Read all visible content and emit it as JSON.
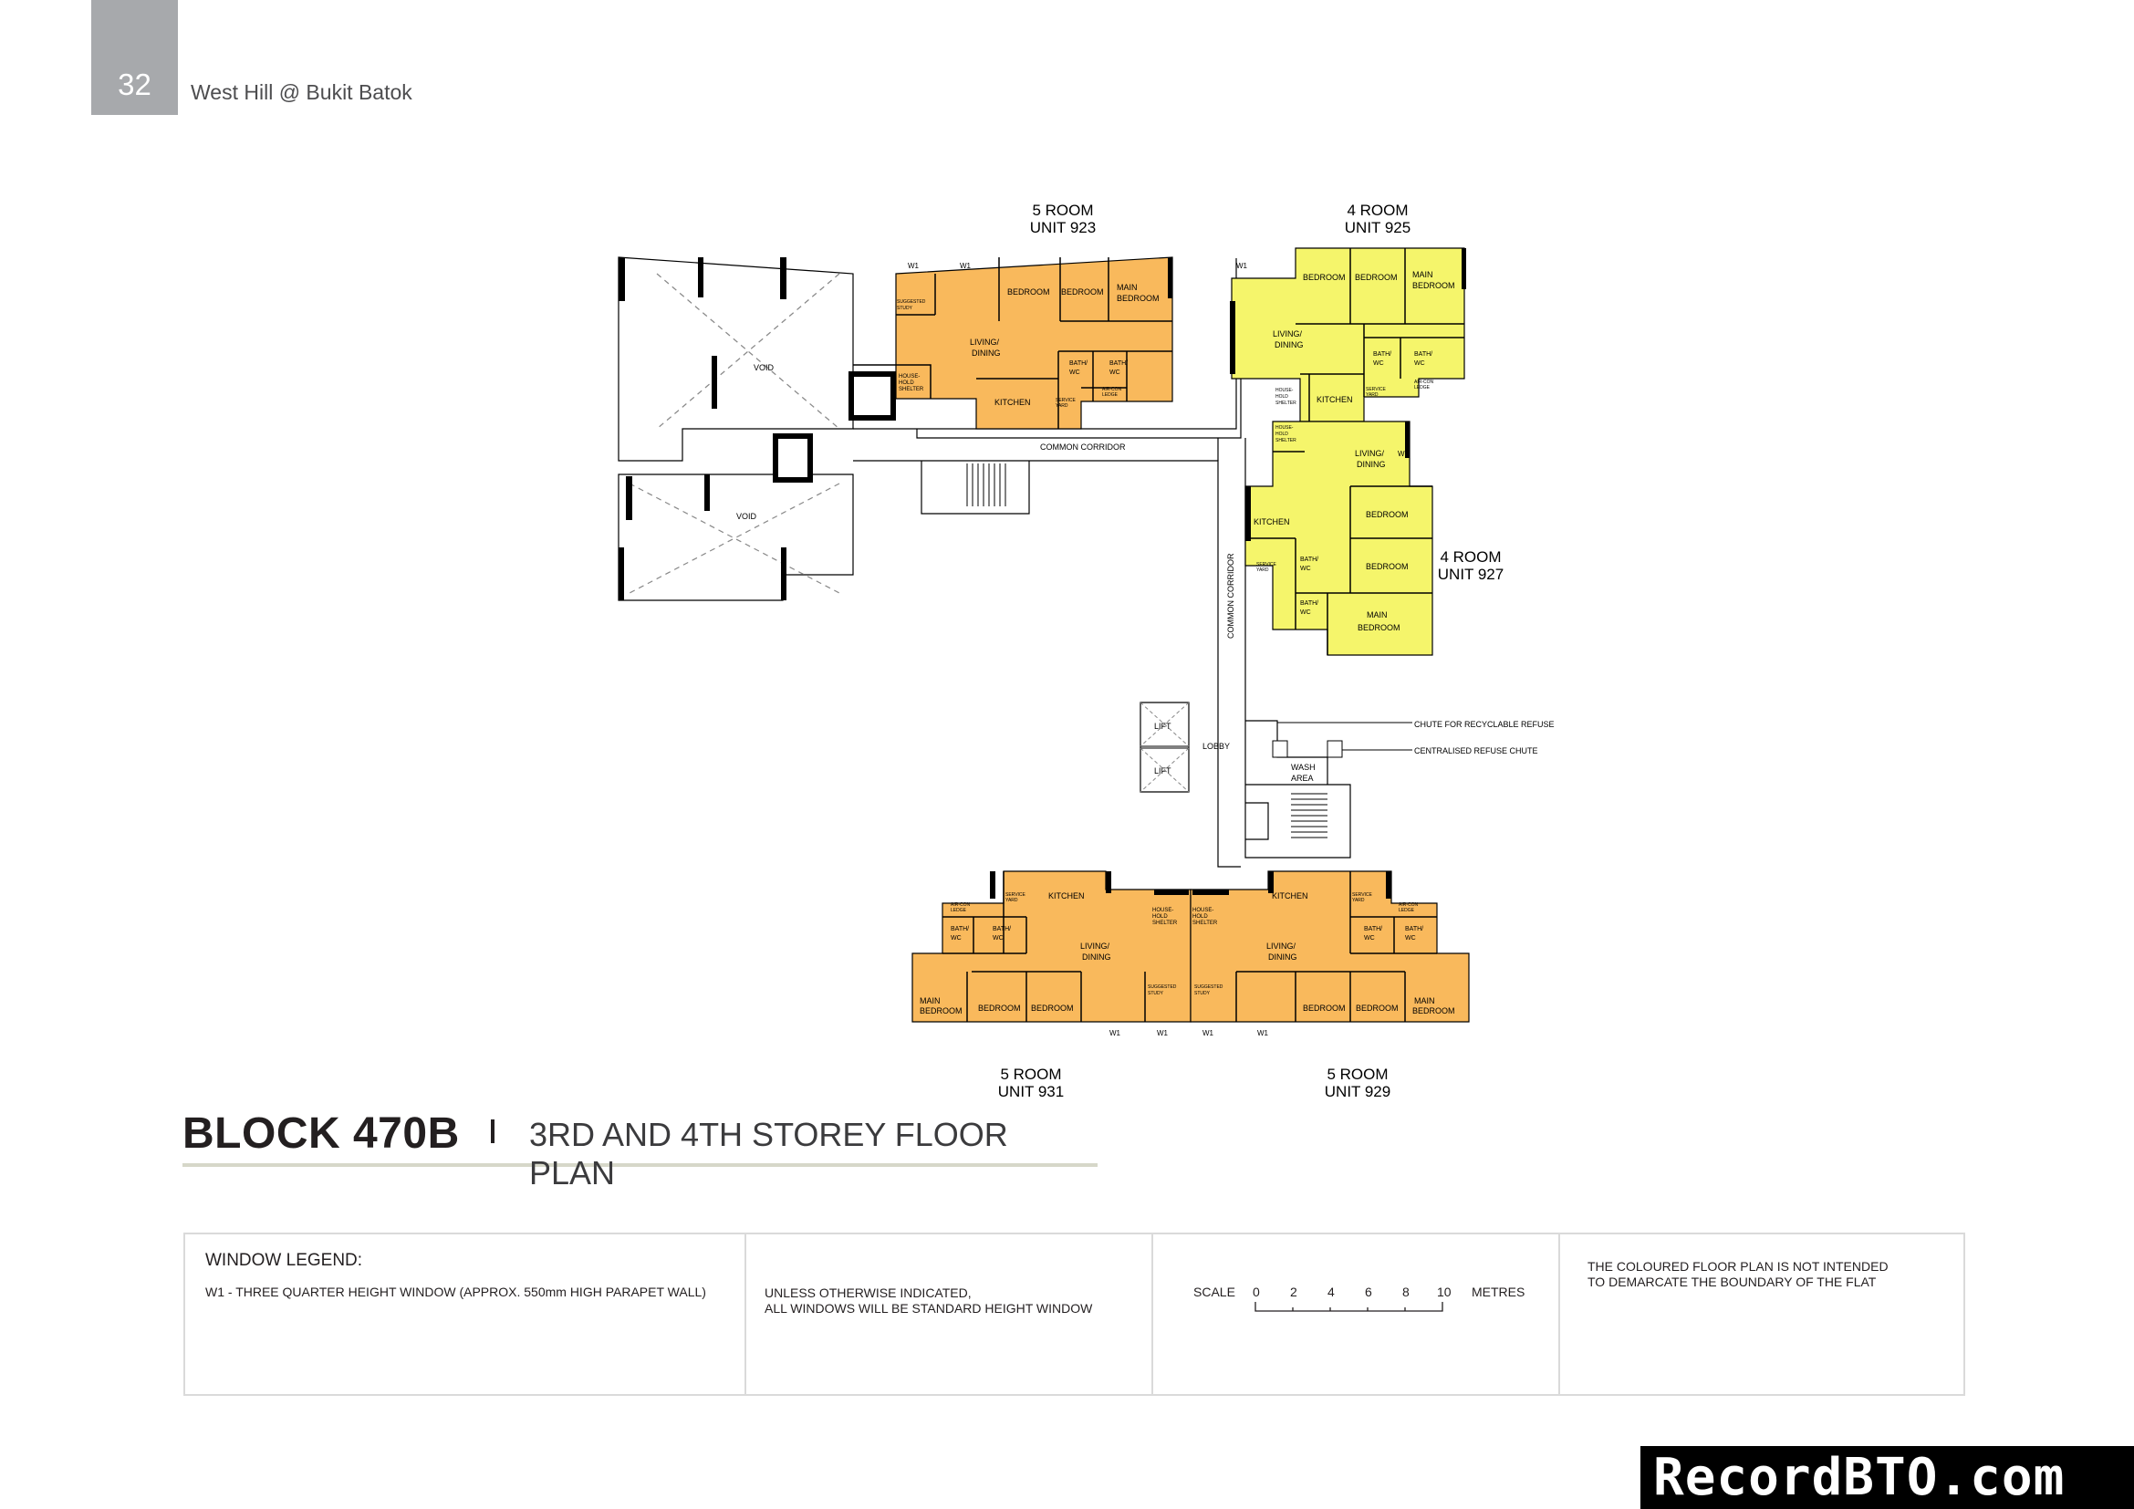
{
  "header": {
    "page_number": "32",
    "project": "West Hill @ Bukit Batok"
  },
  "title": {
    "block": "BLOCK 470B",
    "separator": "I",
    "subtitle": "3RD AND 4TH STOREY FLOOR PLAN"
  },
  "units": [
    {
      "type": "5 ROOM",
      "unit": "UNIT 923"
    },
    {
      "type": "4 ROOM",
      "unit": "UNIT 925"
    },
    {
      "type": "4 ROOM",
      "unit": "UNIT 927"
    },
    {
      "type": "5 ROOM",
      "unit": "UNIT 931"
    },
    {
      "type": "5 ROOM",
      "unit": "UNIT 929"
    }
  ],
  "room_labels": {
    "bedroom": "BEDROOM",
    "main_bedroom_1": "MAIN",
    "main_bedroom_2": "BEDROOM",
    "living_1": "LIVING/",
    "living_2": "DINING",
    "kitchen": "KITCHEN",
    "bath_1": "BATH/",
    "bath_2": "WC",
    "study_1": "SUGGESTED",
    "study_2": "STUDY",
    "hs_1": "HOUSE-",
    "hs_2": "HOLD",
    "hs_3": "SHELTER",
    "service_1": "SERVICE",
    "service_2": "YARD",
    "aircon_1": "AIR-CON",
    "aircon_2": "LEDGE",
    "void": "VOID",
    "common_corridor": "COMMON CORRIDOR",
    "lift": "LIFT",
    "lobby": "LOBBY",
    "wash_1": "WASH",
    "wash_2": "AREA",
    "chute_recyclable": "CHUTE FOR RECYCLABLE REFUSE",
    "chute_centralised": "CENTRALISED REFUSE CHUTE",
    "window": "W1"
  },
  "legend": {
    "window_title": "WINDOW LEGEND:",
    "w1_desc": "W1 - THREE QUARTER HEIGHT WINDOW (APPROX. 550mm HIGH PARAPET WALL)",
    "unless_1": "UNLESS OTHERWISE INDICATED,",
    "unless_2": "ALL WINDOWS WILL BE STANDARD HEIGHT WINDOW",
    "scale_label": "SCALE",
    "scale_ticks": [
      "0",
      "2",
      "4",
      "6",
      "8",
      "10"
    ],
    "scale_unit": "METRES",
    "note_1": "THE COLOURED FLOOR PLAN IS NOT INTENDED",
    "note_2": "TO DEMARCATE THE BOUNDARY OF THE FLAT"
  },
  "watermark": "RecordBTO.com",
  "colors": {
    "five_room": "#f9b95c",
    "four_room": "#f5f56b",
    "badge": "#a7a9ac",
    "wall": "#000000"
  }
}
